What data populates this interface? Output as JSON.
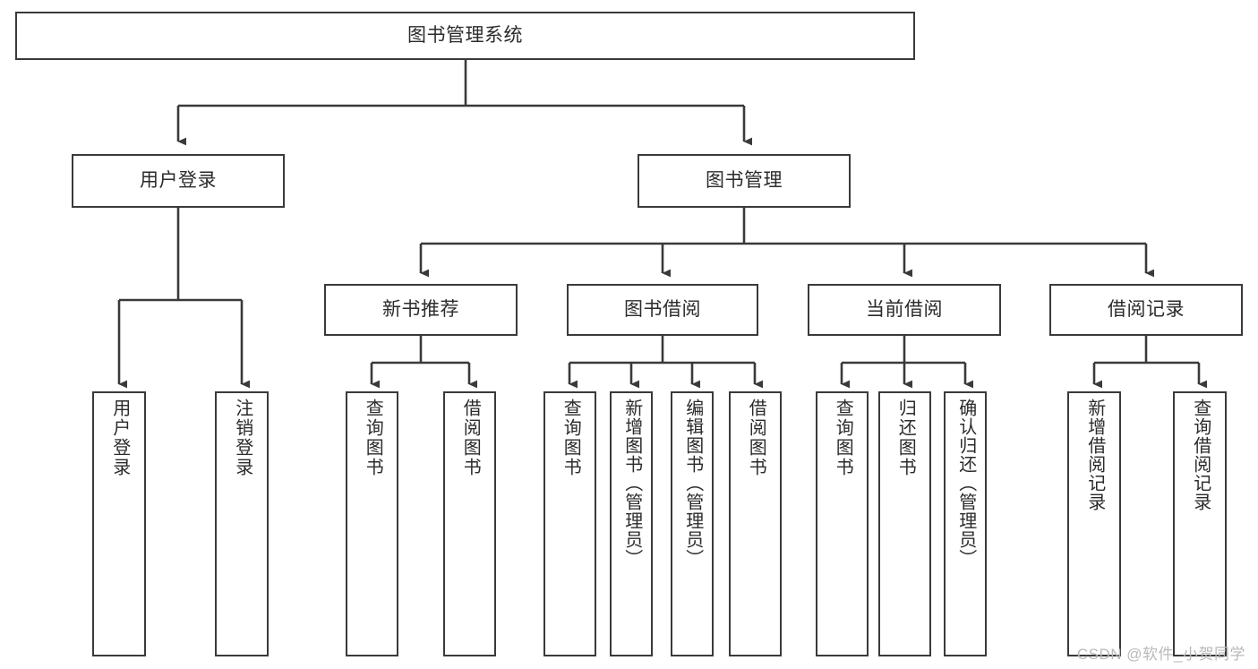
{
  "diagram": {
    "title": "图书管理系统",
    "type": "tree-hierarchy",
    "watermark": "CSDN @软件_小贺同学",
    "colors": {
      "node_border": "#3a3a3a",
      "node_fill": "#ffffff",
      "edge": "#3a3a3a",
      "text": "#2b2b2b",
      "watermark": "#b9b9b9",
      "background": "#ffffff"
    },
    "levels": {
      "root": {
        "label": "图书管理系统"
      },
      "level2": [
        {
          "label": "用户登录"
        },
        {
          "label": "图书管理"
        }
      ],
      "level3": [
        {
          "label": "新书推荐"
        },
        {
          "label": "图书借阅"
        },
        {
          "label": "当前借阅"
        },
        {
          "label": "借阅记录"
        }
      ],
      "leaves": [
        {
          "label": "用户登录",
          "parent": "用户登录"
        },
        {
          "label": "注销登录",
          "parent": "用户登录"
        },
        {
          "label": "查询图书",
          "parent": "新书推荐"
        },
        {
          "label": "借阅图书",
          "parent": "新书推荐"
        },
        {
          "label": "查询图书",
          "parent": "图书借阅"
        },
        {
          "label": "新增图书（管理员）",
          "parent": "图书借阅"
        },
        {
          "label": "编辑图书（管理员）",
          "parent": "图书借阅"
        },
        {
          "label": "借阅图书",
          "parent": "图书借阅"
        },
        {
          "label": "查询图书",
          "parent": "当前借阅"
        },
        {
          "label": "归还图书",
          "parent": "当前借阅"
        },
        {
          "label": "确认归还（管理员）",
          "parent": "当前借阅"
        },
        {
          "label": "新增借阅记录",
          "parent": "借阅记录"
        },
        {
          "label": "查询借阅记录",
          "parent": "借阅记录"
        }
      ]
    }
  }
}
